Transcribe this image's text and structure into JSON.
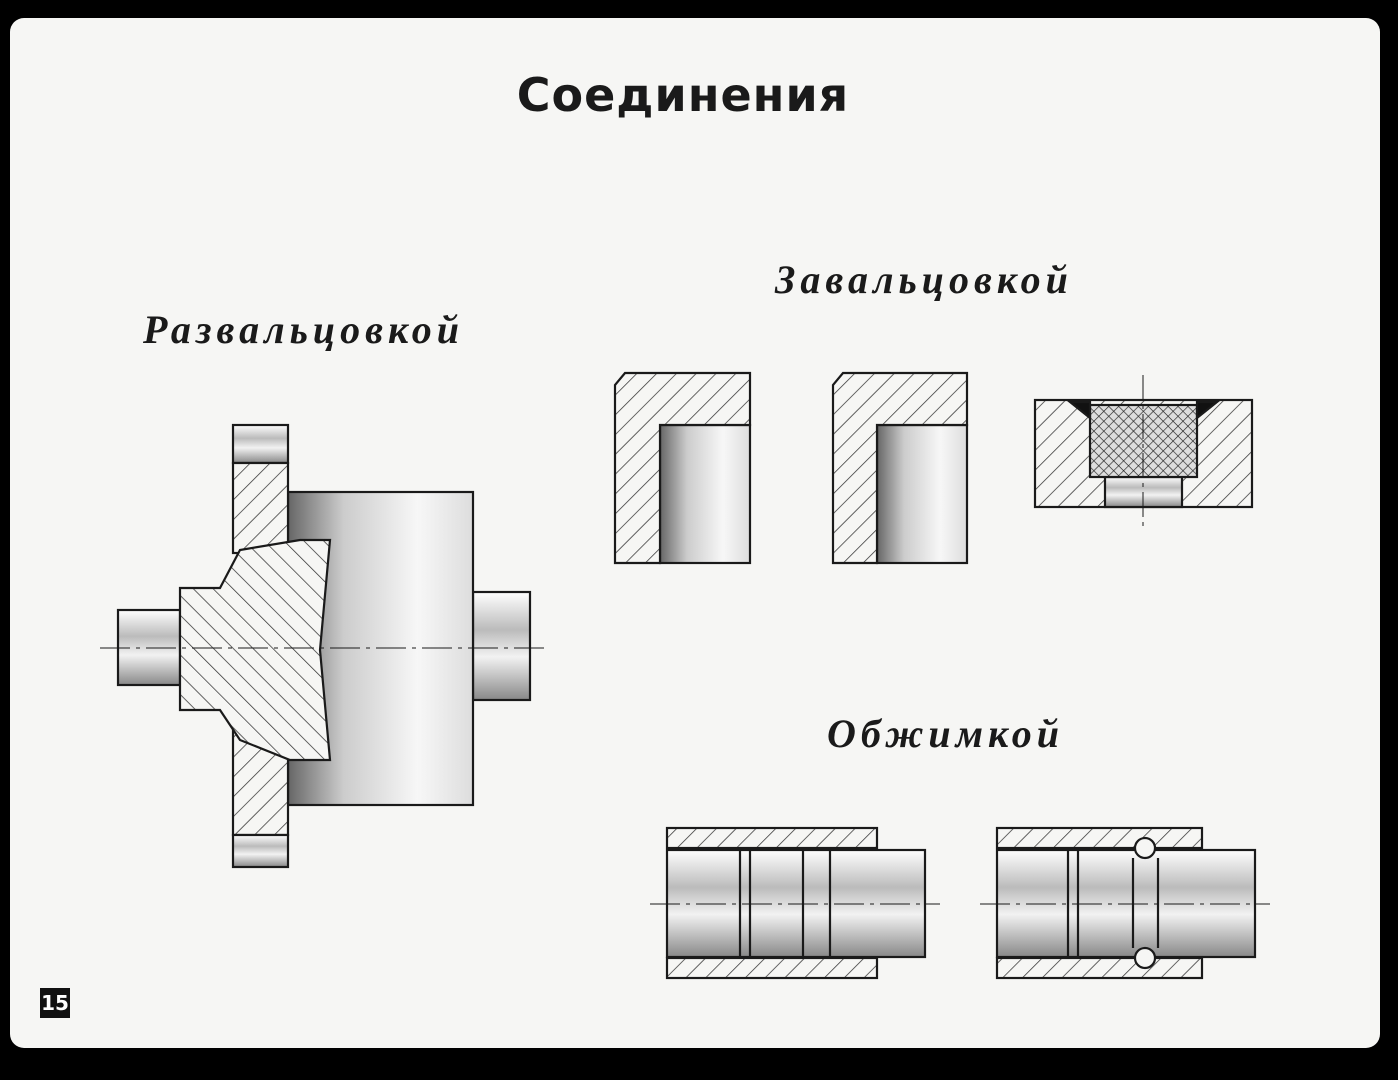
{
  "title": "Соединения",
  "labels": {
    "flaring": "Развальцовкой",
    "rolling": "Завальцовкой",
    "crimping": "Обжимкой"
  },
  "page_number": "15"
}
